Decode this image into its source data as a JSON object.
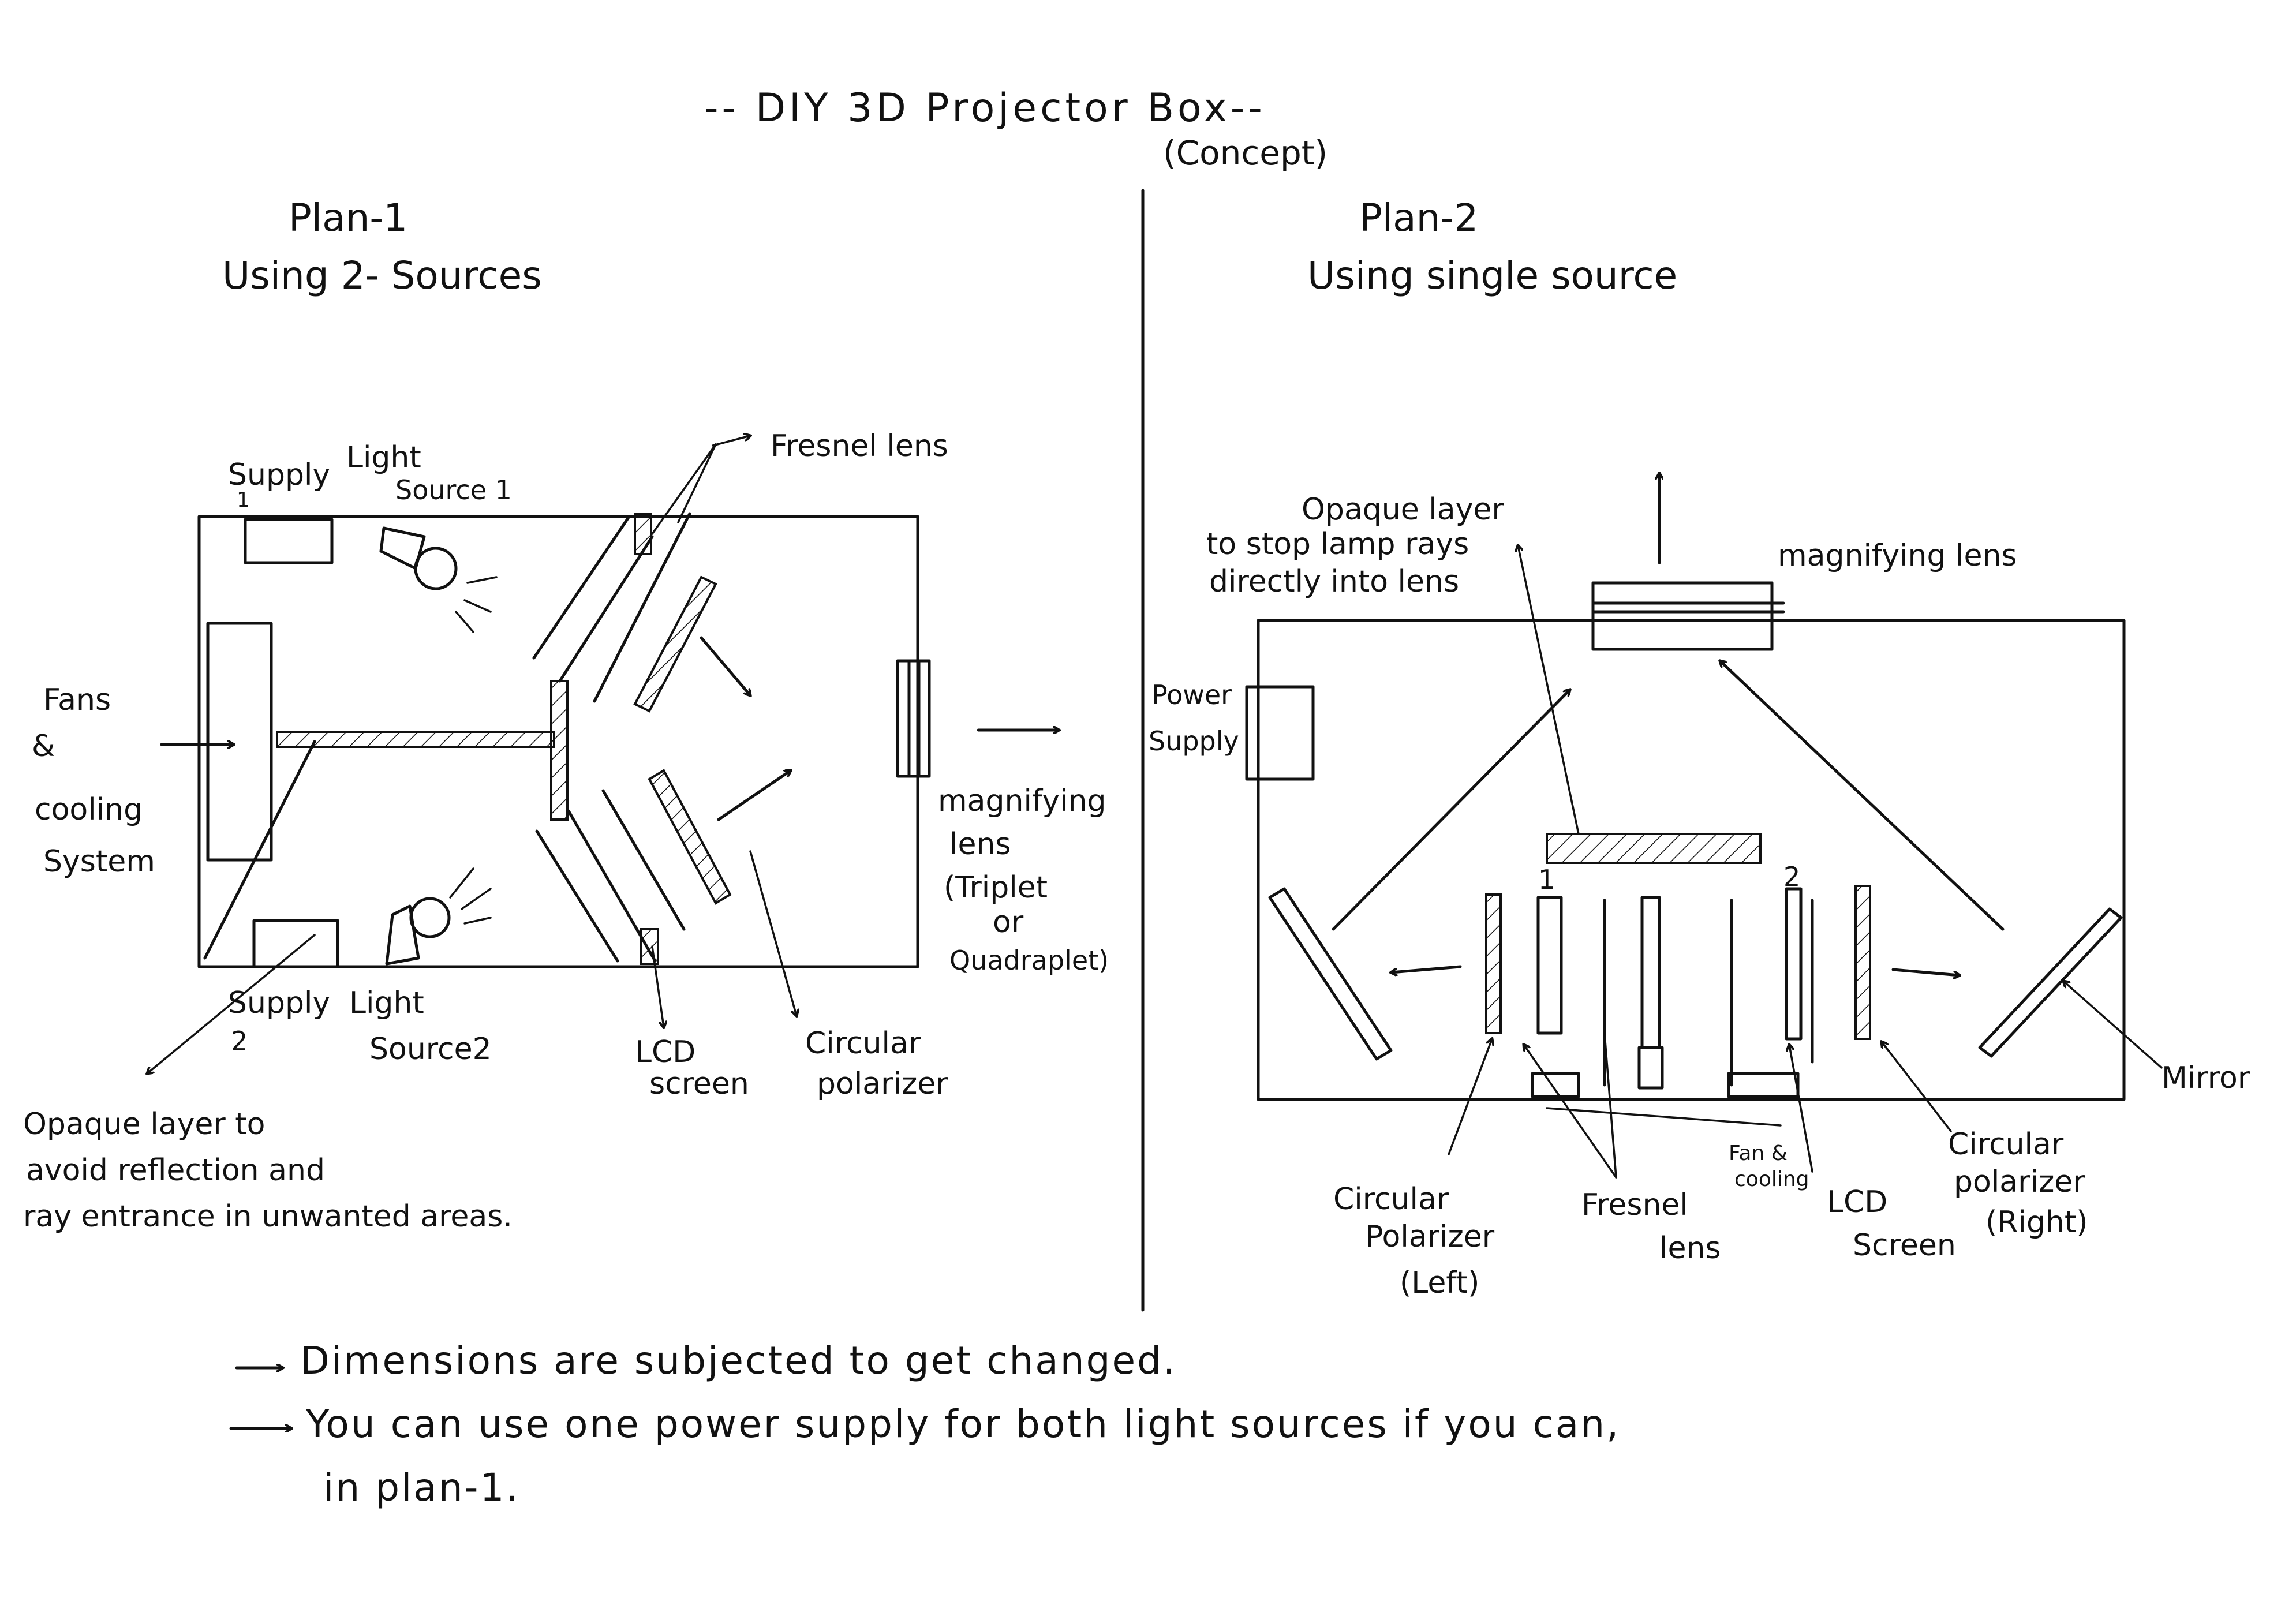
{
  "title": "-- DIY 3D Projector Box--",
  "subtitle": "(Concept)",
  "plan1": {
    "heading": "Plan-1",
    "subheading": "Using 2- Sources",
    "labels": {
      "supply1": "Supply",
      "supply1_num": "1",
      "light_source1_a": "Light",
      "light_source1_b": "Source 1",
      "fresnel": "Fresnel lens",
      "fans_a": "Fans",
      "fans_b": "&",
      "fans_c": "cooling",
      "fans_d": "System",
      "mag_a": "magnifying",
      "mag_b": "lens",
      "mag_c": "(Triplet",
      "mag_d": "or",
      "mag_e": "Quadraplet)",
      "supply2": "Supply",
      "supply2_num": "2",
      "light_source2_a": "Light",
      "light_source2_b": "Source2",
      "lcd_a": "LCD",
      "lcd_b": "screen",
      "polar_a": "Circular",
      "polar_b": "polarizer",
      "opaque_a": "Opaque layer to",
      "opaque_b": "avoid reflection and",
      "opaque_c": "ray entrance in unwanted areas."
    }
  },
  "plan2": {
    "heading": "Plan-2",
    "subheading": "Using single source",
    "labels": {
      "opaque_a": "Opaque layer",
      "opaque_b": "to stop lamp rays",
      "opaque_c": "directly into lens",
      "mag": "magnifying lens",
      "power_a": "Power",
      "power_b": "Supply",
      "num1": "1",
      "num2": "2",
      "mirror": "Mirror",
      "polar_left_a": "Circular",
      "polar_left_b": "Polarizer",
      "polar_left_c": "(Left)",
      "fresnel_a": "Fresnel",
      "fresnel_b": "lens",
      "fan_a": "Fan &",
      "fan_b": "cooling",
      "lcd_a": "LCD",
      "lcd_b": "Screen",
      "polar_right_a": "Circular",
      "polar_right_b": "polarizer",
      "polar_right_c": "(Right)"
    }
  },
  "notes": {
    "line1": "Dimensions are subjected to get changed.",
    "line2": "You can use one power supply for both light sources if you can,",
    "line3": "in plan-1."
  },
  "icons": {
    "arrow": "arrow-icon",
    "lamp": "lamp-icon"
  }
}
